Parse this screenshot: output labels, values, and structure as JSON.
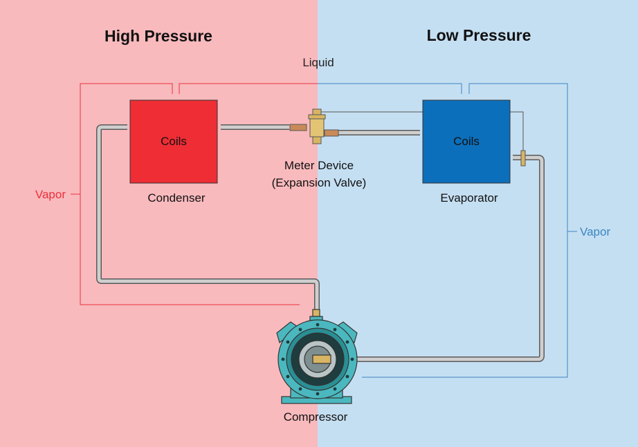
{
  "regions": {
    "high": {
      "title": "High Pressure",
      "color": "#f9babd"
    },
    "low": {
      "title": "Low Pressure",
      "color": "#c5dff2"
    }
  },
  "labels": {
    "liquid": "Liquid",
    "vapor_high": "Vapor",
    "vapor_low": "Vapor",
    "condenser_coils": "Coils",
    "condenser": "Condenser",
    "evaporator_coils": "Coils",
    "evaporator": "Evaporator",
    "meter_line1": "Meter Device",
    "meter_line2": "(Expansion Valve)",
    "compressor": "Compressor"
  },
  "colors": {
    "condenser": "#ee2d35",
    "evaporator": "#0c6fbb",
    "high_line": "#e8323c",
    "low_line": "#3a86c2",
    "pipe": "#c9c9c9",
    "compressor": "#4bb8bf",
    "valve": "#d8b564",
    "fitting": "#c98a5a"
  }
}
